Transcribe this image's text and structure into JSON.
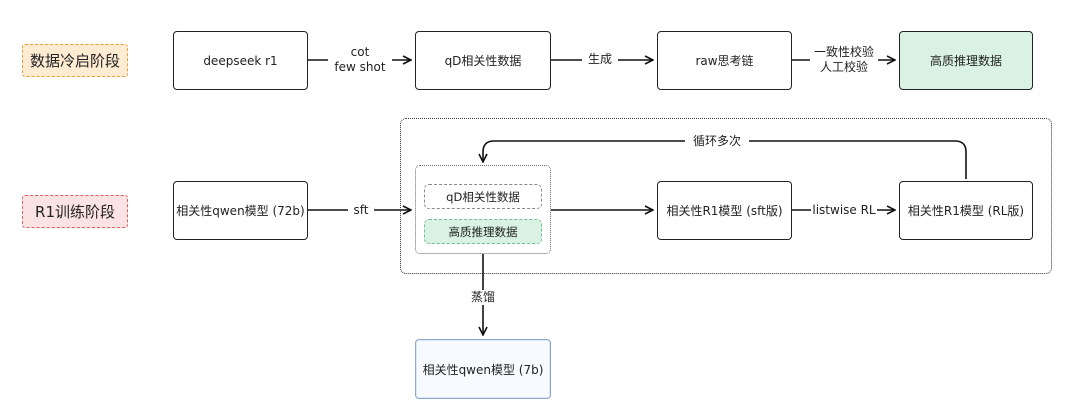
{
  "stages": {
    "cold_start": "数据冷启阶段",
    "r1_training": "R1训练阶段"
  },
  "row1": {
    "deepseek": "deepseek r1",
    "cot_line1": "cot",
    "cot_line2": "few shot",
    "qd_data": "qD相关性数据",
    "generate": "生成",
    "raw_chain": "raw思考链",
    "check_line1": "一致性校验",
    "check_line2": "人工校验",
    "hq_data": "高质推理数据"
  },
  "row2": {
    "base_model": "相关性qwen模型 (72b)",
    "sft": "sft",
    "inner_qd": "qD相关性数据",
    "inner_hq": "高质推理数据",
    "sft_model": "相关性R1模型 (sft版)",
    "listwise": "listwise RL",
    "rl_model": "相关性R1模型 (RL版)",
    "loop": "循环多次",
    "distill": "蒸馏",
    "small_model": "相关性qwen模型 (7b)"
  },
  "colors": {
    "green_fill": "#d9f2e3",
    "orange_fill": "#fdebd2",
    "red_fill": "#fbe3e3"
  }
}
